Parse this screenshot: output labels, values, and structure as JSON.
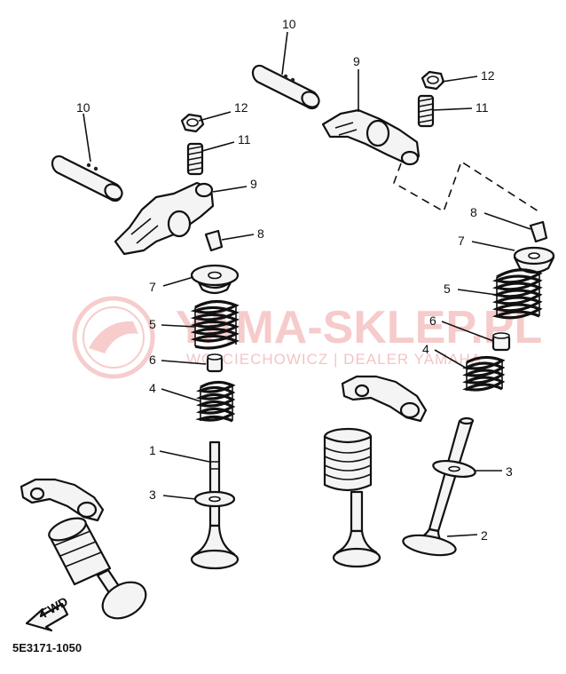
{
  "diagram": {
    "callouts": {
      "c10a": "10",
      "c10b": "10",
      "c12a": "12",
      "c12b": "12",
      "c11a": "11",
      "c11b": "11",
      "c9a": "9",
      "c9b": "9",
      "c8a": "8",
      "c8b": "8",
      "c7a": "7",
      "c7b": "7",
      "c5a": "5",
      "c5b": "5",
      "c6a": "6",
      "c6b": "6",
      "c4a": "4",
      "c4b": "4",
      "c1": "1",
      "c3a": "3",
      "c3b": "3",
      "c2": "2"
    },
    "fwd_label": "FWD",
    "part_code": "5E3171-1050"
  },
  "watermark": {
    "brand": "YAMA-SKLEP.PL",
    "subtitle": "WOJCIECHOWICZ | DEALER YAMAHA",
    "color": "#e04848"
  }
}
